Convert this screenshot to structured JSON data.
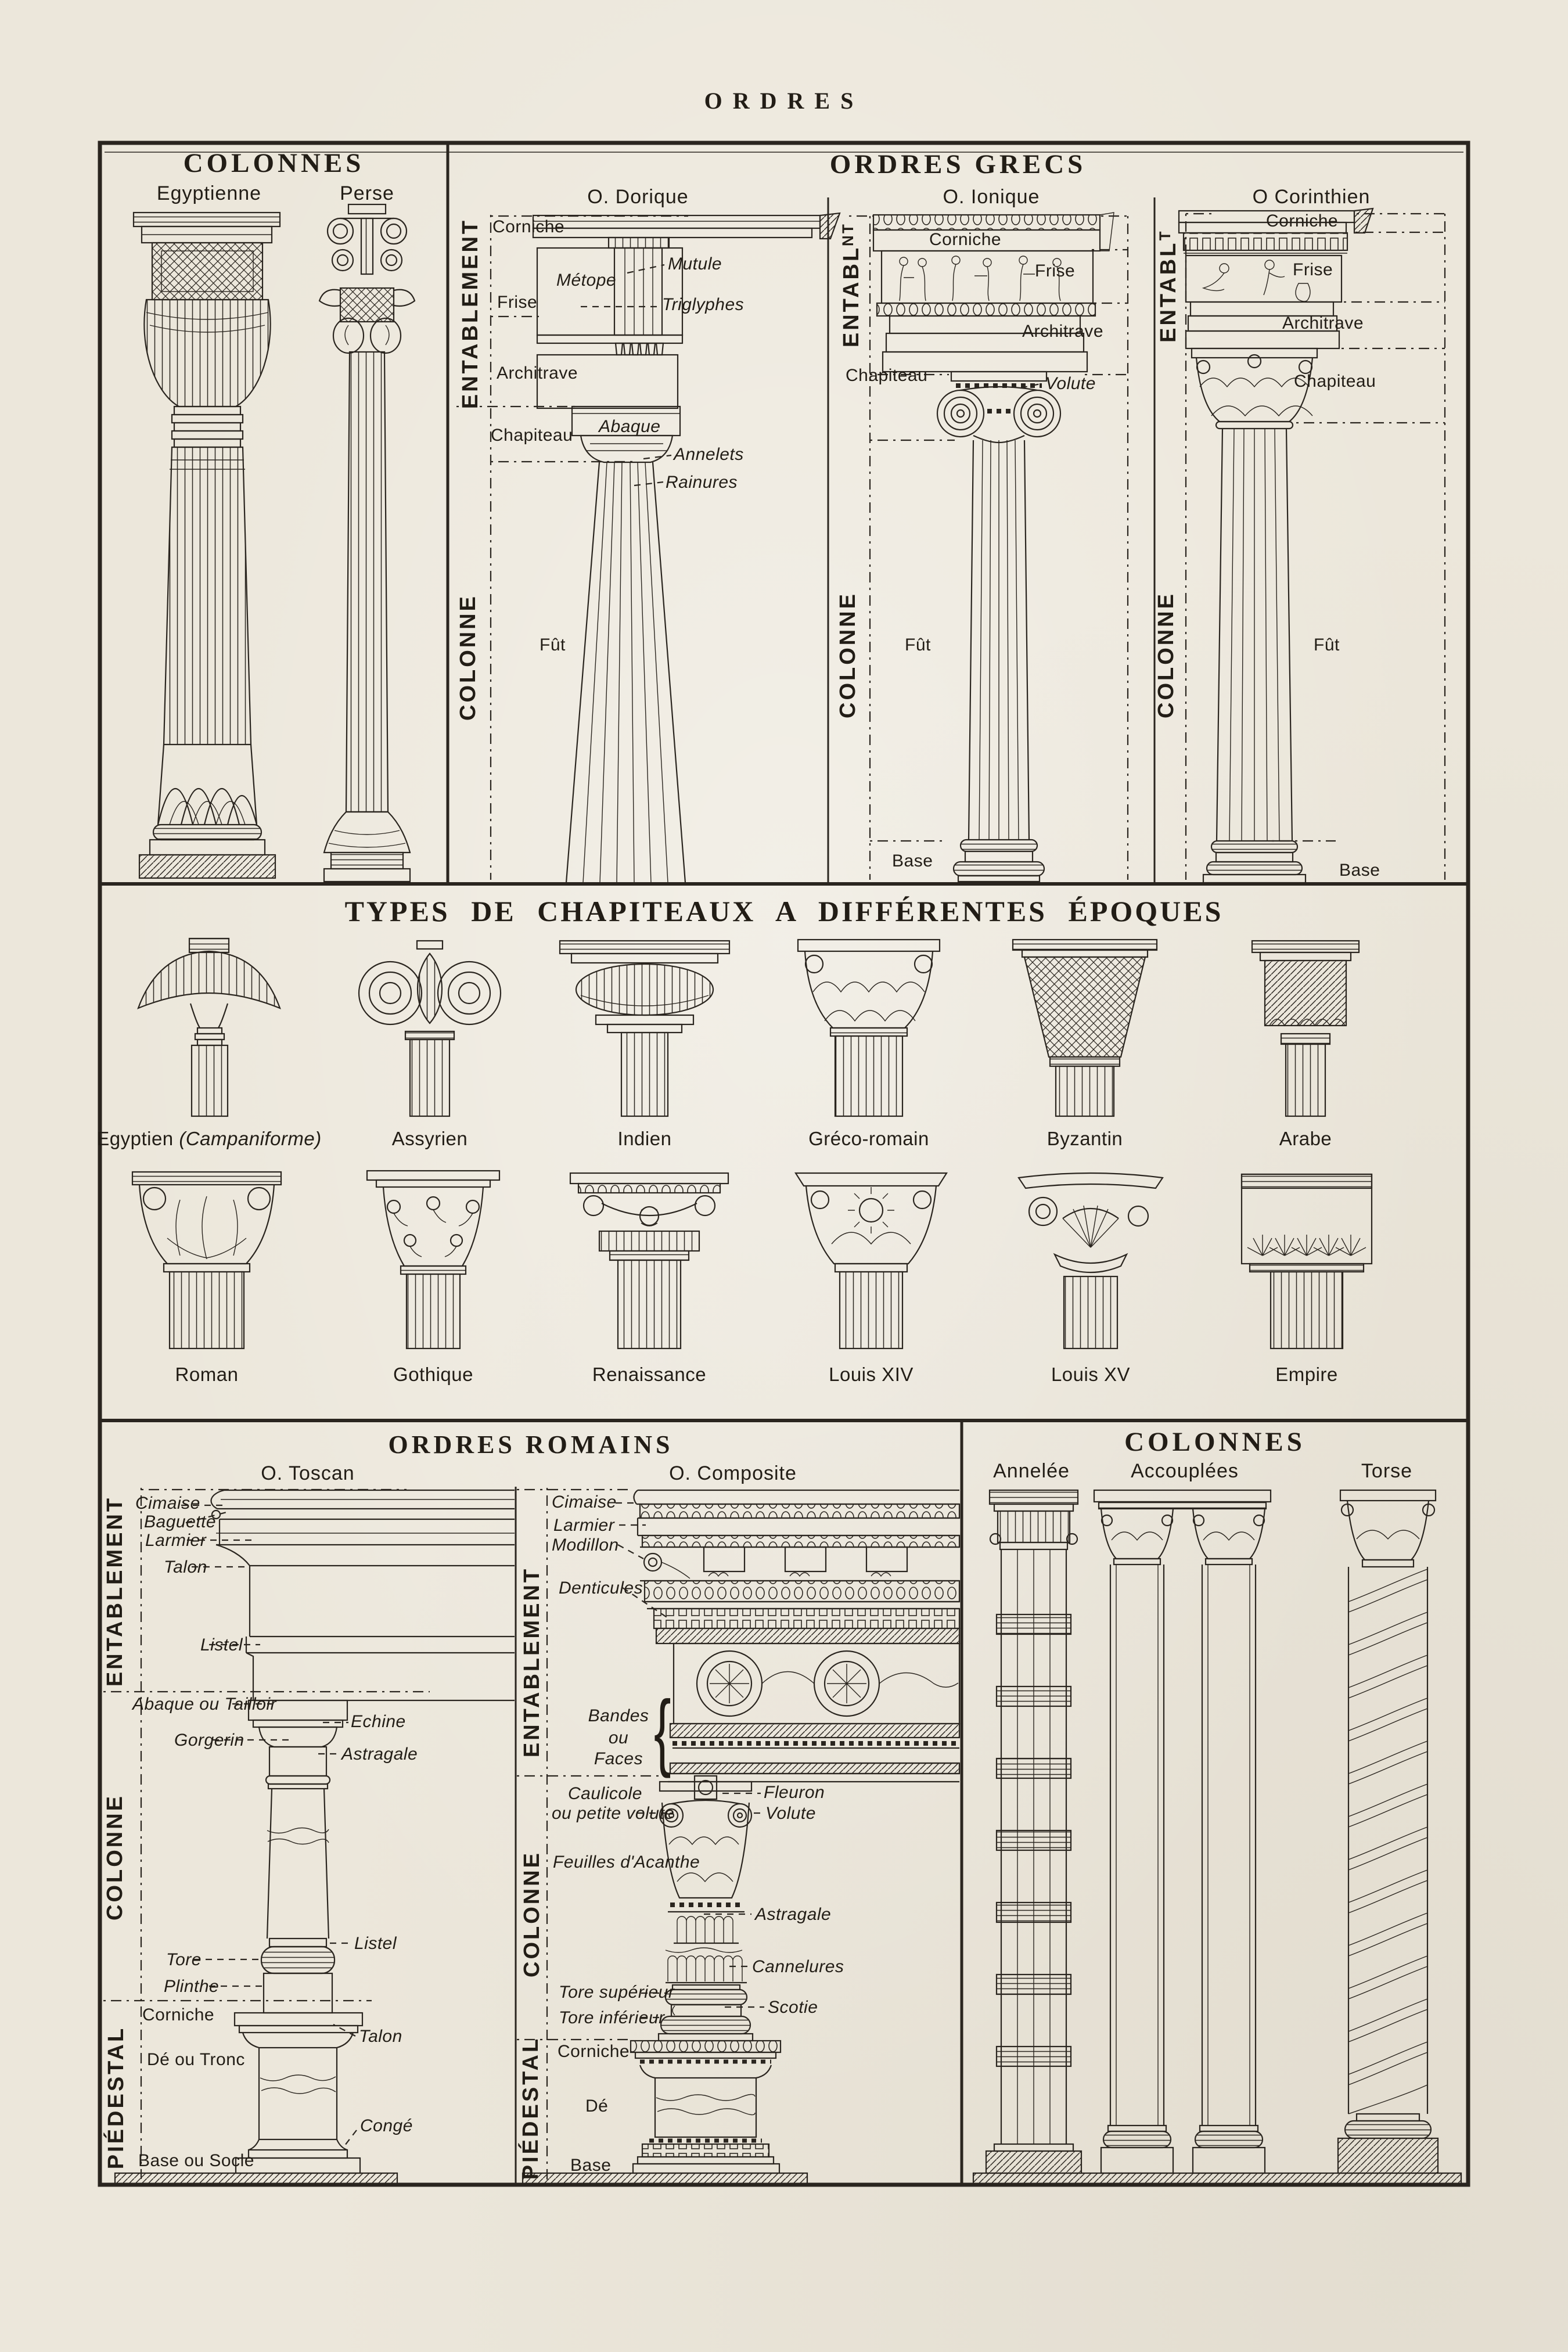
{
  "title": "ORDRES",
  "top": {
    "left": {
      "title": "COLONNES",
      "egyptienne": "Egyptienne",
      "perse": "Perse"
    },
    "grecs": {
      "title": "ORDRES GRECS",
      "dorique": {
        "title": "O. Dorique",
        "entablement": "ENTABLEMENT",
        "colonne": "COLONNE",
        "corniche": "Corniche",
        "metope": "Métope",
        "mutule": "Mutule",
        "frise": "Frise",
        "triglyphes": "Triglyphes",
        "architrave": "Architrave",
        "chapiteau": "Chapiteau",
        "abaque": "Abaque",
        "annelets": "Annelets",
        "rainures": "Rainures",
        "fut": "Fût"
      },
      "ionique": {
        "title": "O. Ionique",
        "entablement": "ENTABLᴺᵀ",
        "colonne": "COLONNE",
        "corniche": "Corniche",
        "frise": "Frise",
        "architrave": "Architrave",
        "chapiteau": "Chapiteau",
        "volute": "Volute",
        "fut": "Fût",
        "base": "Base"
      },
      "corinthien": {
        "title": "O Corinthien",
        "entablement": "ENTABLᵀ",
        "colonne": "COLONNE",
        "corniche": "Corniche",
        "frise": "Frise",
        "architrave": "Architrave",
        "chapiteau": "Chapiteau",
        "fut": "Fût",
        "base": "Base"
      }
    }
  },
  "chapiteaux": {
    "title": "TYPES DE CHAPITEAUX A DIFFÉRENTES ÉPOQUES",
    "campaniforme": "(Campaniforme)",
    "row1": [
      "Egyptien",
      "Assyrien",
      "Indien",
      "Gréco-romain",
      "Byzantin",
      "Arabe"
    ],
    "row2": [
      "Roman",
      "Gothique",
      "Renaissance",
      "Louis XIV",
      "Louis XV",
      "Empire"
    ]
  },
  "romains": {
    "title": "ORDRES ROMAINS",
    "toscan": {
      "title": "O. Toscan",
      "entablement": "ENTABLEMENT",
      "colonne": "COLONNE",
      "piedestal": "PIÉDESTAL",
      "cimaise": "Cimaise",
      "baguette": "Baguette",
      "larmier": "Larmier",
      "talon": "Talon",
      "listel": "Listel",
      "abaque_ou_tailloir": "Abaque ou Tailloir",
      "gorgerin": "Gorgerin",
      "echine": "Echine",
      "astragale": "Astragale",
      "tore": "Tore",
      "plinthe": "Plinthe",
      "listel2": "Listel",
      "corniche": "Corniche",
      "talon2": "Talon",
      "de_ou_tronc": "Dé ou Tronc",
      "conge": "Congé",
      "base_ou_socle": "Base ou Socle"
    },
    "composite": {
      "title": "O. Composite",
      "entablement": "ENTABLEMENT",
      "colonne": "COLONNE",
      "piedestal": "PIÉDESTAL",
      "cimaise": "Cimaise",
      "larmier": "Larmier",
      "modillon": "Modillon",
      "denticules": "Denticules",
      "bandes1": "Bandes",
      "bandes2": "ou",
      "bandes3": "Faces",
      "caulicole1": "Caulicole",
      "caulicole2": "ou petite volute",
      "fleuron": "Fleuron",
      "volute": "Volute",
      "feuilles": "Feuilles d'Acanthe",
      "astragale": "Astragale",
      "cannelures": "Cannelures",
      "tore_sup": "Tore supérieur",
      "scotie": "Scotie",
      "tore_inf": "Tore inférieur",
      "corniche": "Corniche",
      "de": "Dé",
      "base": "Base"
    }
  },
  "colonnes2": {
    "title": "COLONNES",
    "annelee": "Annelée",
    "accouplees": "Accouplées",
    "torse": "Torse"
  }
}
